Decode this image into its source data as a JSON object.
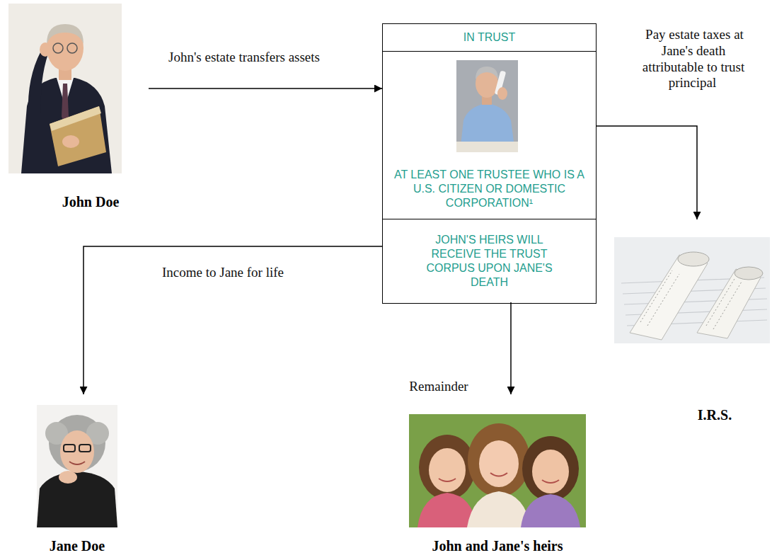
{
  "diagram": {
    "nodes": [
      {
        "text": [
          "John Doe"
        ]
      },
      {
        "text": [
          "IN TRUST"
        ]
      },
      {
        "text": [
          "AT LEAST ONE TRUSTEE WHO IS A U.S. CITIZEN OR DOMESTIC CORPORATION¹"
        ],
        "in": 1
      },
      {
        "text": [
          "JOHN'S HEIRS WILL RECEIVE THE TRUST CORPUS UPON JANE'S DEATH"
        ],
        "in": 1
      },
      {
        "text": [
          "Jane Doe"
        ]
      },
      {
        "text": [
          "John and Jane's heirs"
        ]
      },
      {
        "text": [
          "I.R.S."
        ]
      }
    ],
    "edges": [
      {
        "from": 0,
        "to": 1,
        "arrow": "to",
        "label": "John's estate transfers assets"
      },
      {
        "from": 2,
        "to": 6,
        "arrow": "to",
        "label": "Pay estate taxes at Jane's death attributable to trust principal"
      },
      {
        "from": 3,
        "to": 4,
        "arrow": "to",
        "label": "Income to Jane for life"
      },
      {
        "from": 3,
        "to": 5,
        "arrow": "to",
        "label": "Remainder"
      }
    ]
  }
}
